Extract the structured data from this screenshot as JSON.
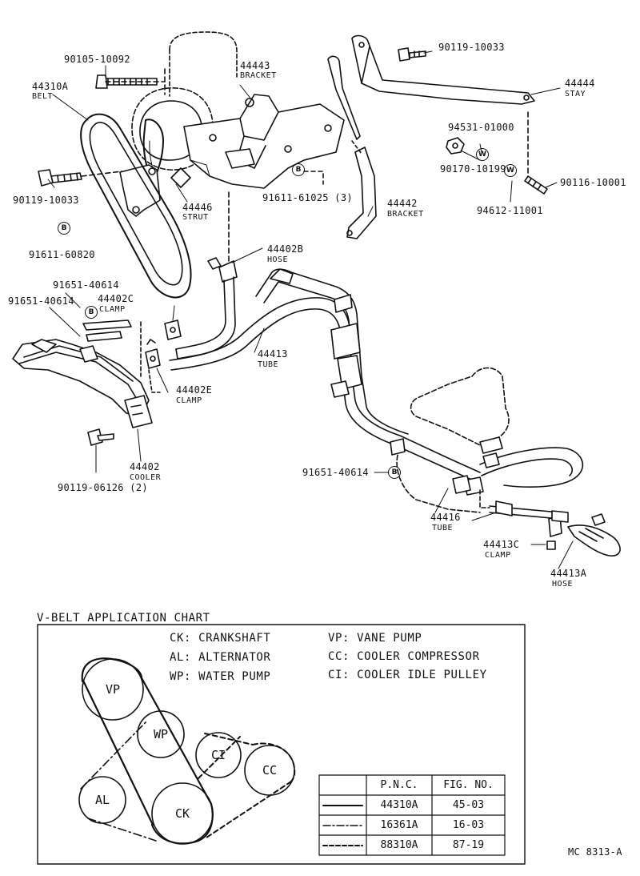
{
  "parts": [
    {
      "id": "p1",
      "number": "90105-10092"
    },
    {
      "id": "p2",
      "number": "44310A",
      "name": "BELT"
    },
    {
      "id": "p3",
      "number": "44443",
      "name": "BRACKET"
    },
    {
      "id": "p4",
      "number": "90119-10033"
    },
    {
      "id": "p5",
      "number": "44444",
      "name": "STAY"
    },
    {
      "id": "p6",
      "number": "94531-01000"
    },
    {
      "id": "p7",
      "number": "90170-10199"
    },
    {
      "id": "p8",
      "number": "90116-10001"
    },
    {
      "id": "p9",
      "number": "94612-11001"
    },
    {
      "id": "p10",
      "number": "90119-10033"
    },
    {
      "id": "p11",
      "number": "44446",
      "name": "STRUT"
    },
    {
      "id": "p12",
      "number": "91611-61025 (3)"
    },
    {
      "id": "p13",
      "number": "44442",
      "name": "BRACKET"
    },
    {
      "id": "p14",
      "number": "91611-60820"
    },
    {
      "id": "p15",
      "number": "44402B",
      "name": "HOSE"
    },
    {
      "id": "p16",
      "number": "91651-40614"
    },
    {
      "id": "p17",
      "number": "91651-40614"
    },
    {
      "id": "p18",
      "number": "44402C",
      "name": "CLAMP"
    },
    {
      "id": "p19",
      "number": "44413",
      "name": "TUBE"
    },
    {
      "id": "p20",
      "number": "44402E",
      "name": "CLAMP"
    },
    {
      "id": "p21",
      "number": "44402",
      "name": "COOLER"
    },
    {
      "id": "p22",
      "number": "90119-06126 (2)"
    },
    {
      "id": "p23",
      "number": "91651-40614"
    },
    {
      "id": "p24",
      "number": "44416",
      "name": "TUBE"
    },
    {
      "id": "p25",
      "number": "44413C",
      "name": "CLAMP"
    },
    {
      "id": "p26",
      "number": "44413A",
      "name": "HOSE"
    }
  ],
  "badges": {
    "b": "B",
    "w": "W"
  },
  "chart": {
    "title": "V-BELT APPLICATION CHART",
    "legend_left": [
      "CK: CRANKSHAFT",
      "AL: ALTERNATOR",
      "WP: WATER PUMP"
    ],
    "legend_right": [
      "VP: VANE PUMP",
      "CC: COOLER COMPRESSOR",
      "CI: COOLER IDLE PULLEY"
    ],
    "pulleys": {
      "vp": "VP",
      "wp": "WP",
      "ci": "CI",
      "cc": "CC",
      "al": "AL",
      "ck": "CK"
    },
    "table": {
      "headers": [
        "P.N.C.",
        "FIG. NO."
      ],
      "rows": [
        {
          "line": "solid",
          "pnc": "44310A",
          "fig": "45-03"
        },
        {
          "line": "dash-dot",
          "pnc": "16361A",
          "fig": "16-03"
        },
        {
          "line": "dashed",
          "pnc": "88310A",
          "fig": "87-19"
        }
      ]
    }
  },
  "code": "MC 8313-A"
}
